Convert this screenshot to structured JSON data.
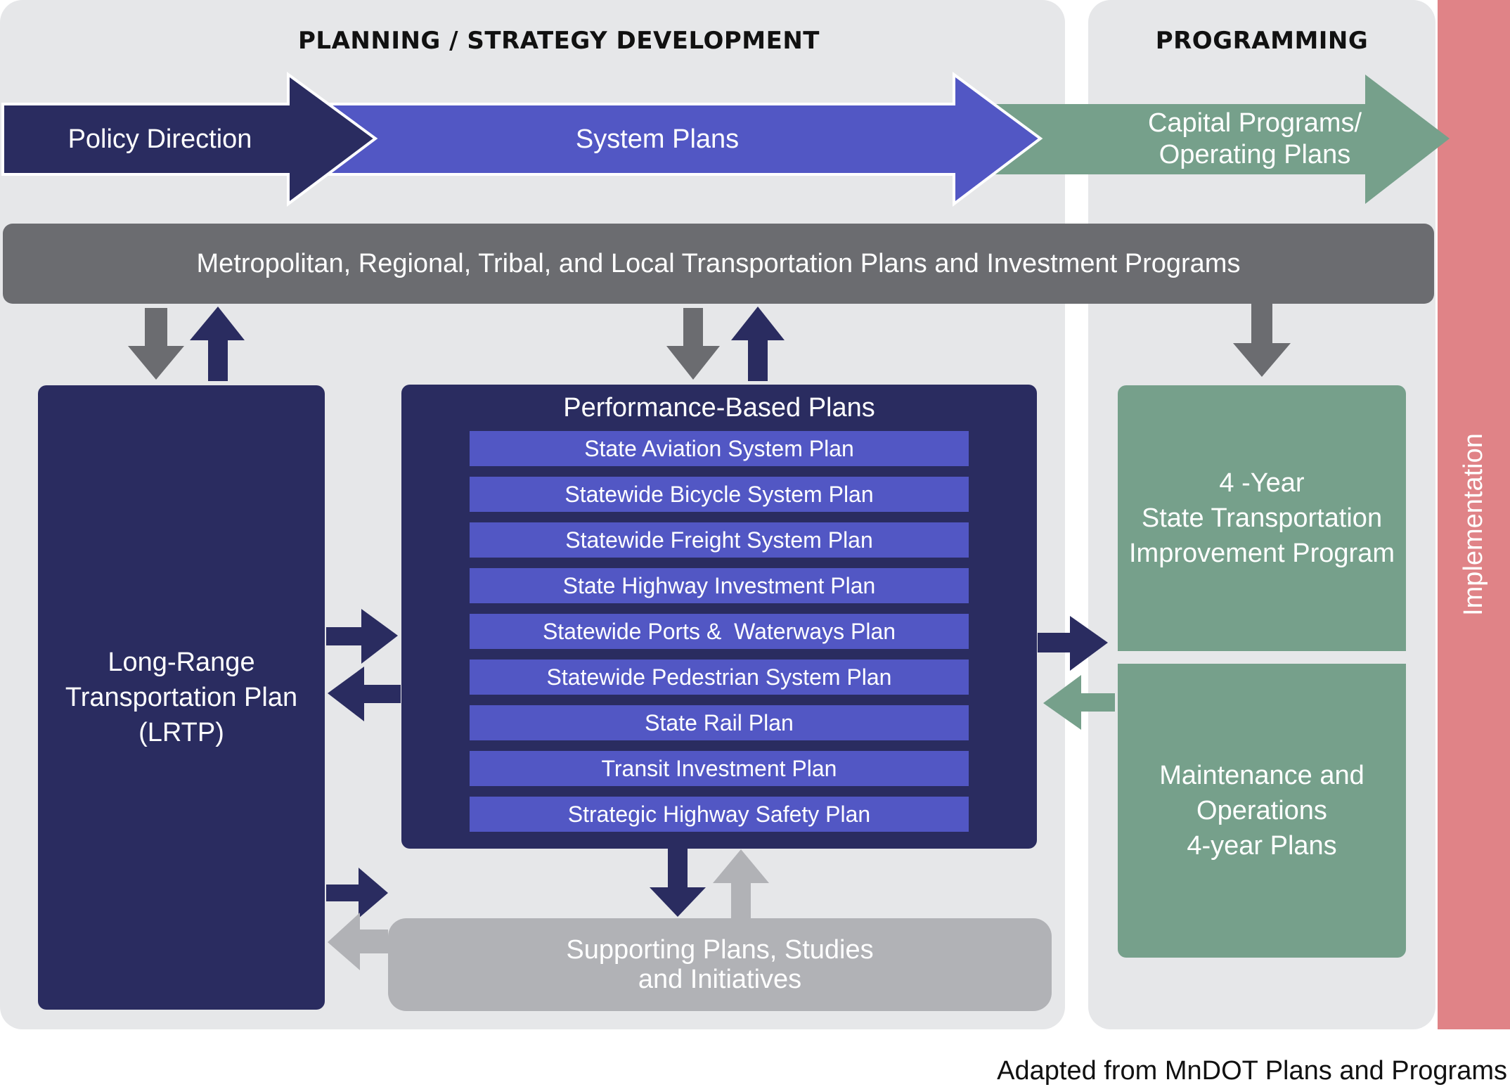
{
  "headers": {
    "planning": "PLANNING / STRATEGY DEVELOPMENT",
    "programming": "PROGRAMMING"
  },
  "arrows": {
    "policy": "Policy Direction",
    "system": "System Plans",
    "capital": "Capital Programs/\nOperating Plans"
  },
  "metro_bar": "Metropolitan, Regional, Tribal, and Local Transportation Plans and Investment Programs",
  "lrtp": "Long-Range\nTransportation Plan\n(LRTP)",
  "performance": {
    "title": "Performance-Based Plans",
    "plans": [
      "State Aviation System Plan",
      "Statewide Bicycle System Plan",
      "Statewide Freight System Plan",
      "State Highway Investment Plan",
      "Statewide Ports &  Waterways Plan",
      "Statewide Pedestrian System Plan",
      "State Rail Plan",
      "Transit Investment Plan",
      "Strategic Highway Safety Plan"
    ]
  },
  "supporting": "Supporting Plans, Studies\nand Initiatives",
  "stip": "4 -Year\nState Transportation\nImprovement Program",
  "maintenance": "Maintenance and\nOperations\n4-year Plans",
  "implementation": "Implementation",
  "source_note": "Adapted from MnDOT Plans and Programs",
  "colors": {
    "navy": "#2a2c60",
    "blue": "#5257c4",
    "green": "#76a08b",
    "gray_bar": "#6b6c70",
    "light_gray": "#b1b2b6",
    "panel": "#e6e7e9",
    "implementation": "#e08387"
  }
}
